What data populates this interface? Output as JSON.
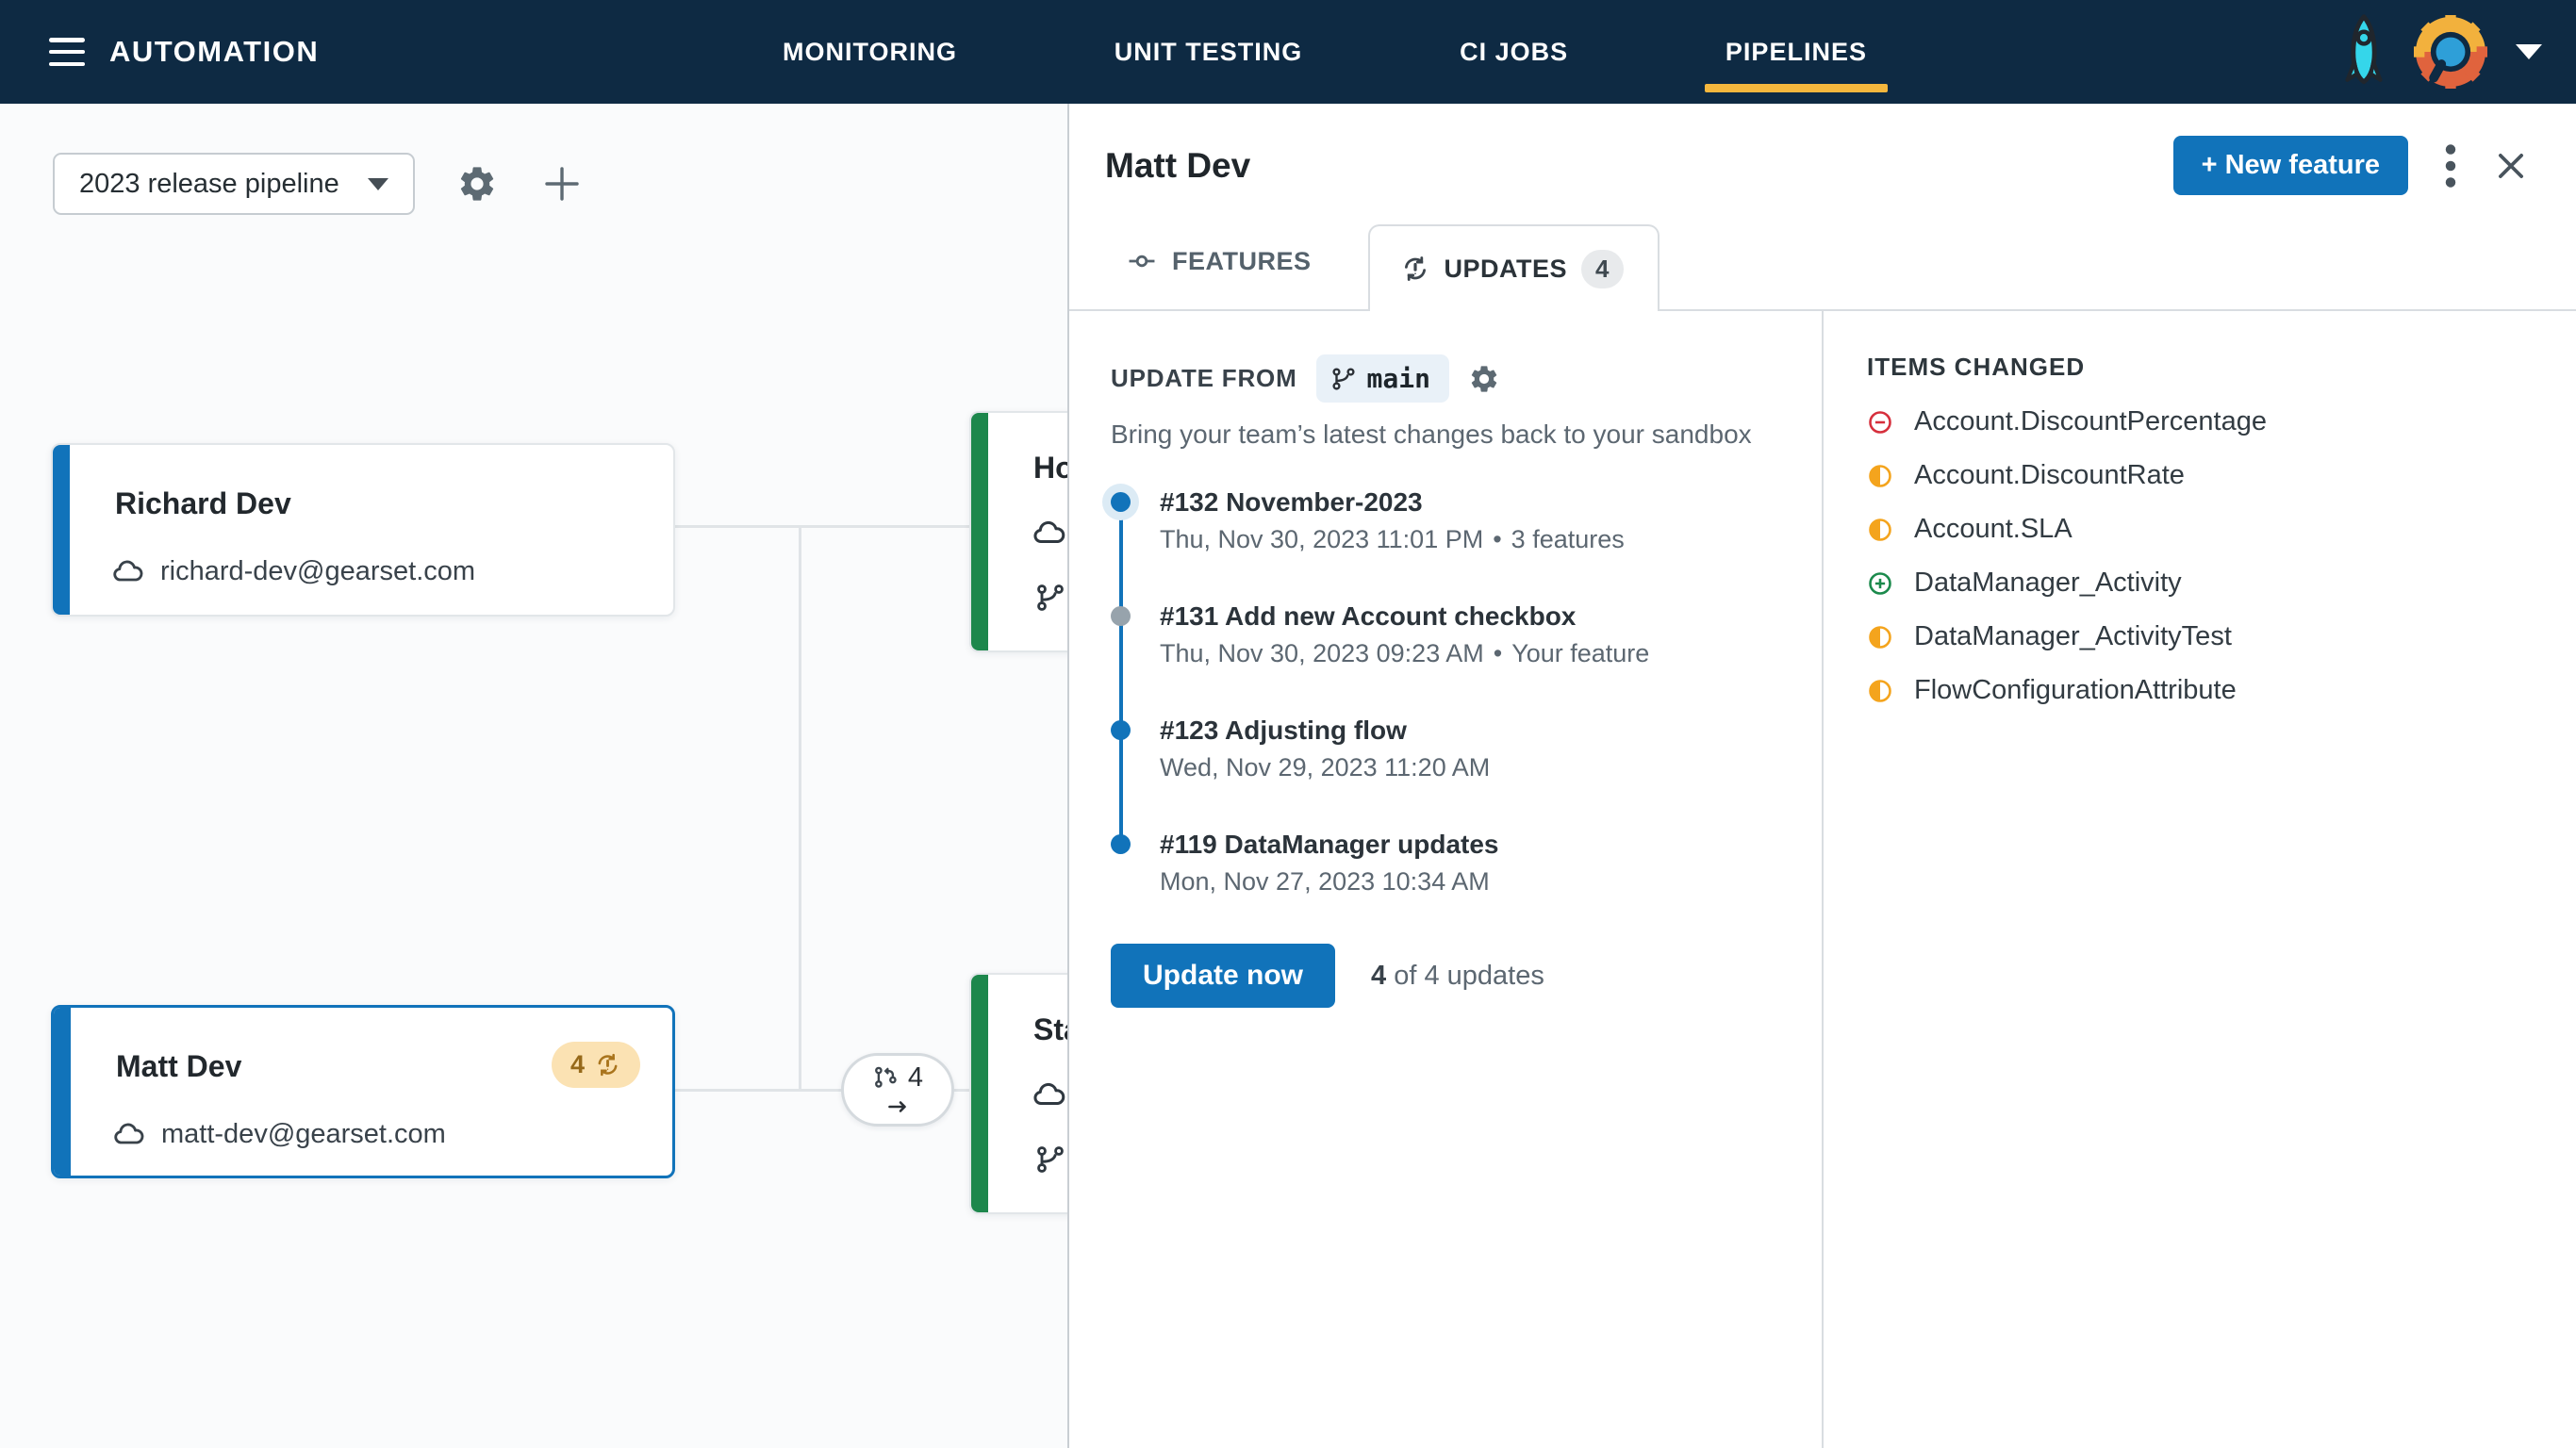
{
  "nav": {
    "brand": "AUTOMATION",
    "items": [
      {
        "label": "MONITORING",
        "active": false
      },
      {
        "label": "UNIT TESTING",
        "active": false
      },
      {
        "label": "CI JOBS",
        "active": false
      },
      {
        "label": "PIPELINES",
        "active": true
      }
    ]
  },
  "canvas": {
    "pipeline_selector": {
      "value": "2023 release pipeline"
    },
    "cards": {
      "richard": {
        "title": "Richard Dev",
        "email": "richard-dev@gearset.com"
      },
      "matt": {
        "title": "Matt Dev",
        "email": "matt-dev@gearset.com",
        "badge_count": "4"
      },
      "upper_partial": {
        "title_visible": "Ho"
      },
      "lower_partial": {
        "title_visible": "Sta"
      }
    },
    "connector_node": {
      "count": "4"
    }
  },
  "panel": {
    "title": "Matt Dev",
    "new_feature_button": "+ New feature",
    "tabs": {
      "features": {
        "label": "FEATURES"
      },
      "updates": {
        "label": "UPDATES",
        "badge": "4"
      }
    },
    "update_from": {
      "label": "UPDATE FROM",
      "branch": "main",
      "subtitle": "Bring your team’s latest changes back to your sandbox"
    },
    "updates": [
      {
        "title": "#132 November-2023",
        "meta": "Thu, Nov 30, 2023 11:01 PM",
        "extra": "3 features",
        "dot": "blue",
        "halo": true
      },
      {
        "title": "#131 Add new Account checkbox",
        "meta": "Thu, Nov 30, 2023 09:23 AM",
        "extra": "Your feature",
        "dot": "gray",
        "halo": false
      },
      {
        "title": "#123 Adjusting flow",
        "meta": "Wed, Nov 29, 2023 11:20 AM",
        "extra": "",
        "dot": "blue",
        "halo": false
      },
      {
        "title": "#119 DataManager updates",
        "meta": "Mon, Nov 27, 2023 10:34 AM",
        "extra": "",
        "dot": "blue",
        "halo": false
      }
    ],
    "update_now_button": "Update now",
    "updates_summary": {
      "count": "4",
      "rest": "of 4 updates"
    },
    "items_changed": {
      "header": "ITEMS CHANGED",
      "items": [
        {
          "name": "Account.DiscountPercentage",
          "change": "removed"
        },
        {
          "name": "Account.DiscountRate",
          "change": "modified"
        },
        {
          "name": "Account.SLA",
          "change": "modified"
        },
        {
          "name": "DataManager_Activity",
          "change": "added"
        },
        {
          "name": "DataManager_ActivityTest",
          "change": "modified"
        },
        {
          "name": "FlowConfigurationAttribute",
          "change": "modified"
        }
      ]
    }
  },
  "colors": {
    "navy": "#0e2a43",
    "accent": "#f5b73d",
    "blue": "#1173ba",
    "green": "#1d874c",
    "amber": "#96691a",
    "removed_red": "#d62f3c",
    "modified_orange": "#f4a41d",
    "added_green": "#1b8a4c"
  }
}
